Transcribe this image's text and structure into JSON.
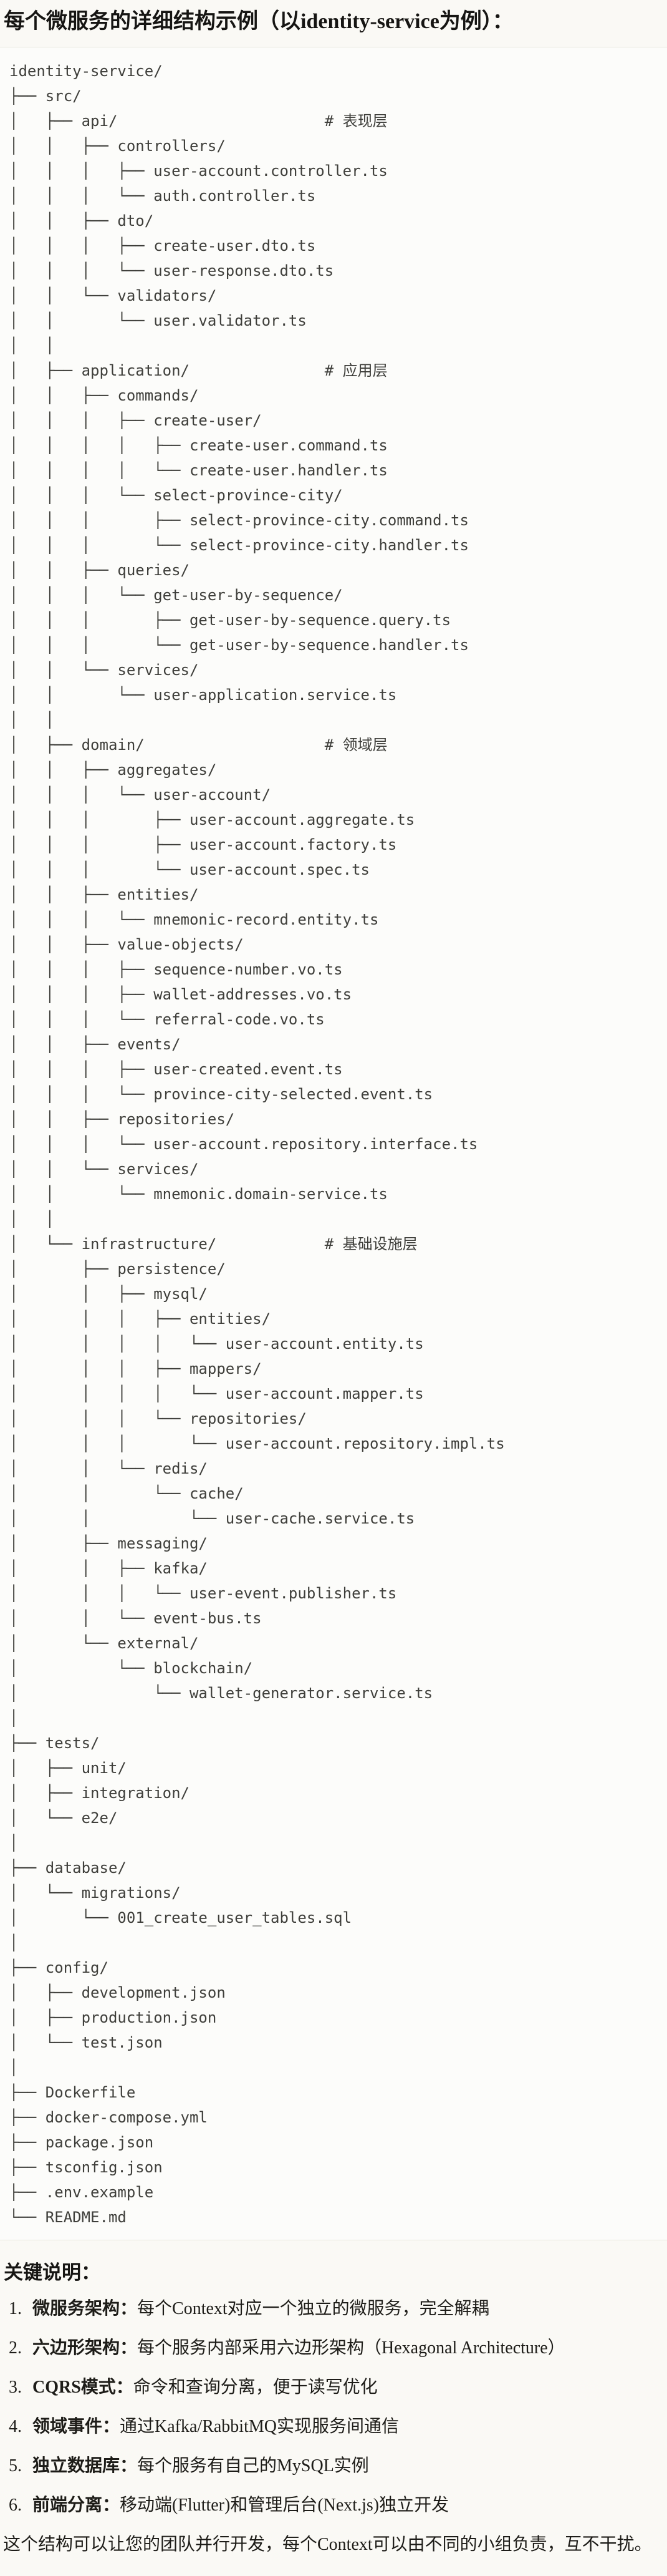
{
  "header": {
    "title": "每个微服务的详细结构示例（以identity-service为例）："
  },
  "tree": {
    "lines": [
      "identity-service/",
      "├── src/",
      "│   ├── api/                       # 表现层",
      "│   │   ├── controllers/",
      "│   │   │   ├── user-account.controller.ts",
      "│   │   │   └── auth.controller.ts",
      "│   │   ├── dto/",
      "│   │   │   ├── create-user.dto.ts",
      "│   │   │   └── user-response.dto.ts",
      "│   │   └── validators/",
      "│   │       └── user.validator.ts",
      "│   │",
      "│   ├── application/               # 应用层",
      "│   │   ├── commands/",
      "│   │   │   ├── create-user/",
      "│   │   │   │   ├── create-user.command.ts",
      "│   │   │   │   └── create-user.handler.ts",
      "│   │   │   └── select-province-city/",
      "│   │   │       ├── select-province-city.command.ts",
      "│   │   │       └── select-province-city.handler.ts",
      "│   │   ├── queries/",
      "│   │   │   └── get-user-by-sequence/",
      "│   │   │       ├── get-user-by-sequence.query.ts",
      "│   │   │       └── get-user-by-sequence.handler.ts",
      "│   │   └── services/",
      "│   │       └── user-application.service.ts",
      "│   │",
      "│   ├── domain/                    # 领域层",
      "│   │   ├── aggregates/",
      "│   │   │   └── user-account/",
      "│   │   │       ├── user-account.aggregate.ts",
      "│   │   │       ├── user-account.factory.ts",
      "│   │   │       └── user-account.spec.ts",
      "│   │   ├── entities/",
      "│   │   │   └── mnemonic-record.entity.ts",
      "│   │   ├── value-objects/",
      "│   │   │   ├── sequence-number.vo.ts",
      "│   │   │   ├── wallet-addresses.vo.ts",
      "│   │   │   └── referral-code.vo.ts",
      "│   │   ├── events/",
      "│   │   │   ├── user-created.event.ts",
      "│   │   │   └── province-city-selected.event.ts",
      "│   │   ├── repositories/",
      "│   │   │   └── user-account.repository.interface.ts",
      "│   │   └── services/",
      "│   │       └── mnemonic.domain-service.ts",
      "│   │",
      "│   └── infrastructure/            # 基础设施层",
      "│       ├── persistence/",
      "│       │   ├── mysql/",
      "│       │   │   ├── entities/",
      "│       │   │   │   └── user-account.entity.ts",
      "│       │   │   ├── mappers/",
      "│       │   │   │   └── user-account.mapper.ts",
      "│       │   │   └── repositories/",
      "│       │   │       └── user-account.repository.impl.ts",
      "│       │   └── redis/",
      "│       │       └── cache/",
      "│       │           └── user-cache.service.ts",
      "│       ├── messaging/",
      "│       │   ├── kafka/",
      "│       │   │   └── user-event.publisher.ts",
      "│       │   └── event-bus.ts",
      "│       └── external/",
      "│           └── blockchain/",
      "│               └── wallet-generator.service.ts",
      "│",
      "├── tests/",
      "│   ├── unit/",
      "│   ├── integration/",
      "│   └── e2e/",
      "│",
      "├── database/",
      "│   └── migrations/",
      "│       └── 001_create_user_tables.sql",
      "│",
      "├── config/",
      "│   ├── development.json",
      "│   ├── production.json",
      "│   └── test.json",
      "│",
      "├── Dockerfile",
      "├── docker-compose.yml",
      "├── package.json",
      "├── tsconfig.json",
      "├── .env.example",
      "└── README.md"
    ]
  },
  "notes": {
    "heading": "关键说明：",
    "items": [
      {
        "num": "1.",
        "label": "微服务架构：",
        "text": "每个Context对应一个独立的微服务，完全解耦"
      },
      {
        "num": "2.",
        "label": "六边形架构：",
        "text": "每个服务内部采用六边形架构（Hexagonal Architecture）"
      },
      {
        "num": "3.",
        "label": "CQRS模式：",
        "text": "命令和查询分离，便于读写优化"
      },
      {
        "num": "4.",
        "label": "领域事件：",
        "text": "通过Kafka/RabbitMQ实现服务间通信"
      },
      {
        "num": "5.",
        "label": "独立数据库：",
        "text": "每个服务有自己的MySQL实例"
      },
      {
        "num": "6.",
        "label": "前端分离：",
        "text": "移动端(Flutter)和管理后台(Next.js)独立开发"
      }
    ]
  },
  "footer": {
    "text": "这个结构可以让您的团队并行开发，每个Context可以由不同的小组负责，互不干扰。"
  },
  "colors": {
    "page-bg": "#FAF9F5",
    "code-bg": "#FCFCFA",
    "border": "#E7E5DC",
    "code-text": "#3E3E3A",
    "text": "#1D1C18"
  }
}
